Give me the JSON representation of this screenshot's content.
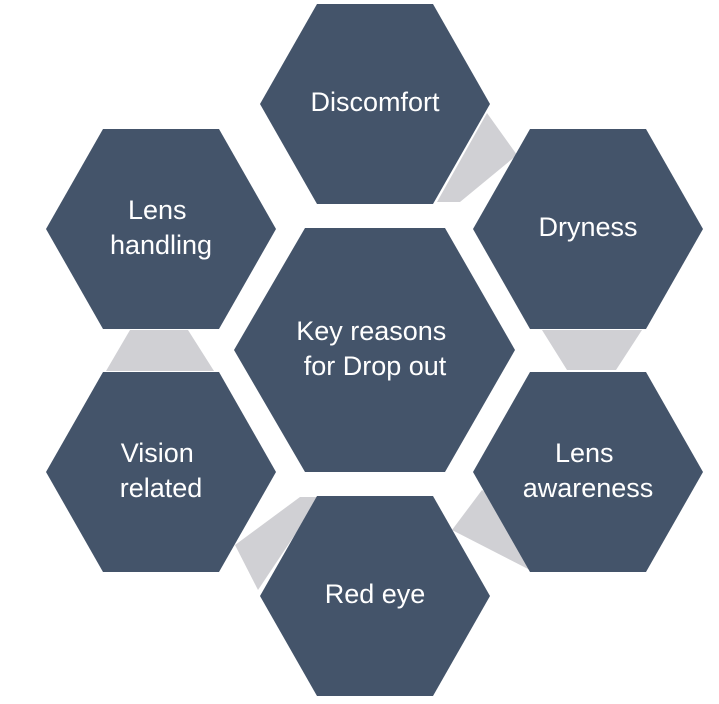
{
  "diagram": {
    "center": {
      "label_lines": [
        "Key reasons",
        "for Drop out"
      ]
    },
    "nodes": [
      {
        "id": "discomfort",
        "label_lines": [
          "Discomfort"
        ]
      },
      {
        "id": "dryness",
        "label_lines": [
          "Dryness"
        ]
      },
      {
        "id": "lens-awareness",
        "label_lines": [
          "Lens",
          "awareness"
        ]
      },
      {
        "id": "red-eye",
        "label_lines": [
          "Red eye"
        ]
      },
      {
        "id": "vision-related",
        "label_lines": [
          "Vision",
          "related"
        ]
      },
      {
        "id": "lens-handling",
        "label_lines": [
          "Lens",
          "handling"
        ]
      }
    ],
    "colors": {
      "hexagon_fill": "#44546a",
      "connector_fill": "#d0d0d4",
      "text": "#ffffff"
    }
  }
}
